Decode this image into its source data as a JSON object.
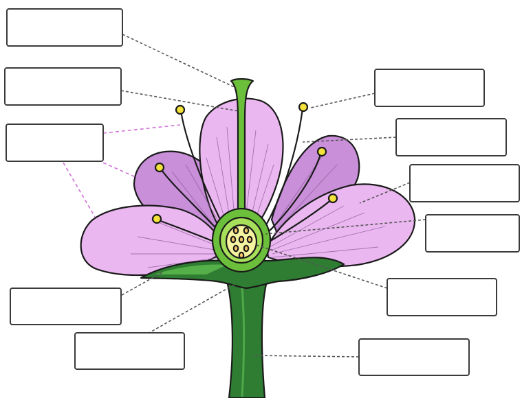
{
  "diagram": {
    "colors": {
      "petal_light": "#eab7f0",
      "petal_dark": "#c98fd9",
      "stem_dark": "#2f7d32",
      "stem_light": "#6bbf3a",
      "ovary_light": "#a7df5a",
      "anther_yellow": "#f4e23c",
      "ovule_fill": "#f5c66a",
      "leader_gray": "#555555",
      "leader_pink": "#d070d8"
    },
    "label_boxes": [
      {
        "id": "box-1",
        "text": ""
      },
      {
        "id": "box-2",
        "text": ""
      },
      {
        "id": "box-3",
        "text": ""
      },
      {
        "id": "box-4",
        "text": ""
      },
      {
        "id": "box-5",
        "text": ""
      },
      {
        "id": "box-6",
        "text": ""
      },
      {
        "id": "box-7",
        "text": ""
      },
      {
        "id": "box-8",
        "text": ""
      },
      {
        "id": "box-9",
        "text": ""
      },
      {
        "id": "box-10",
        "text": ""
      },
      {
        "id": "box-11",
        "text": ""
      }
    ]
  }
}
